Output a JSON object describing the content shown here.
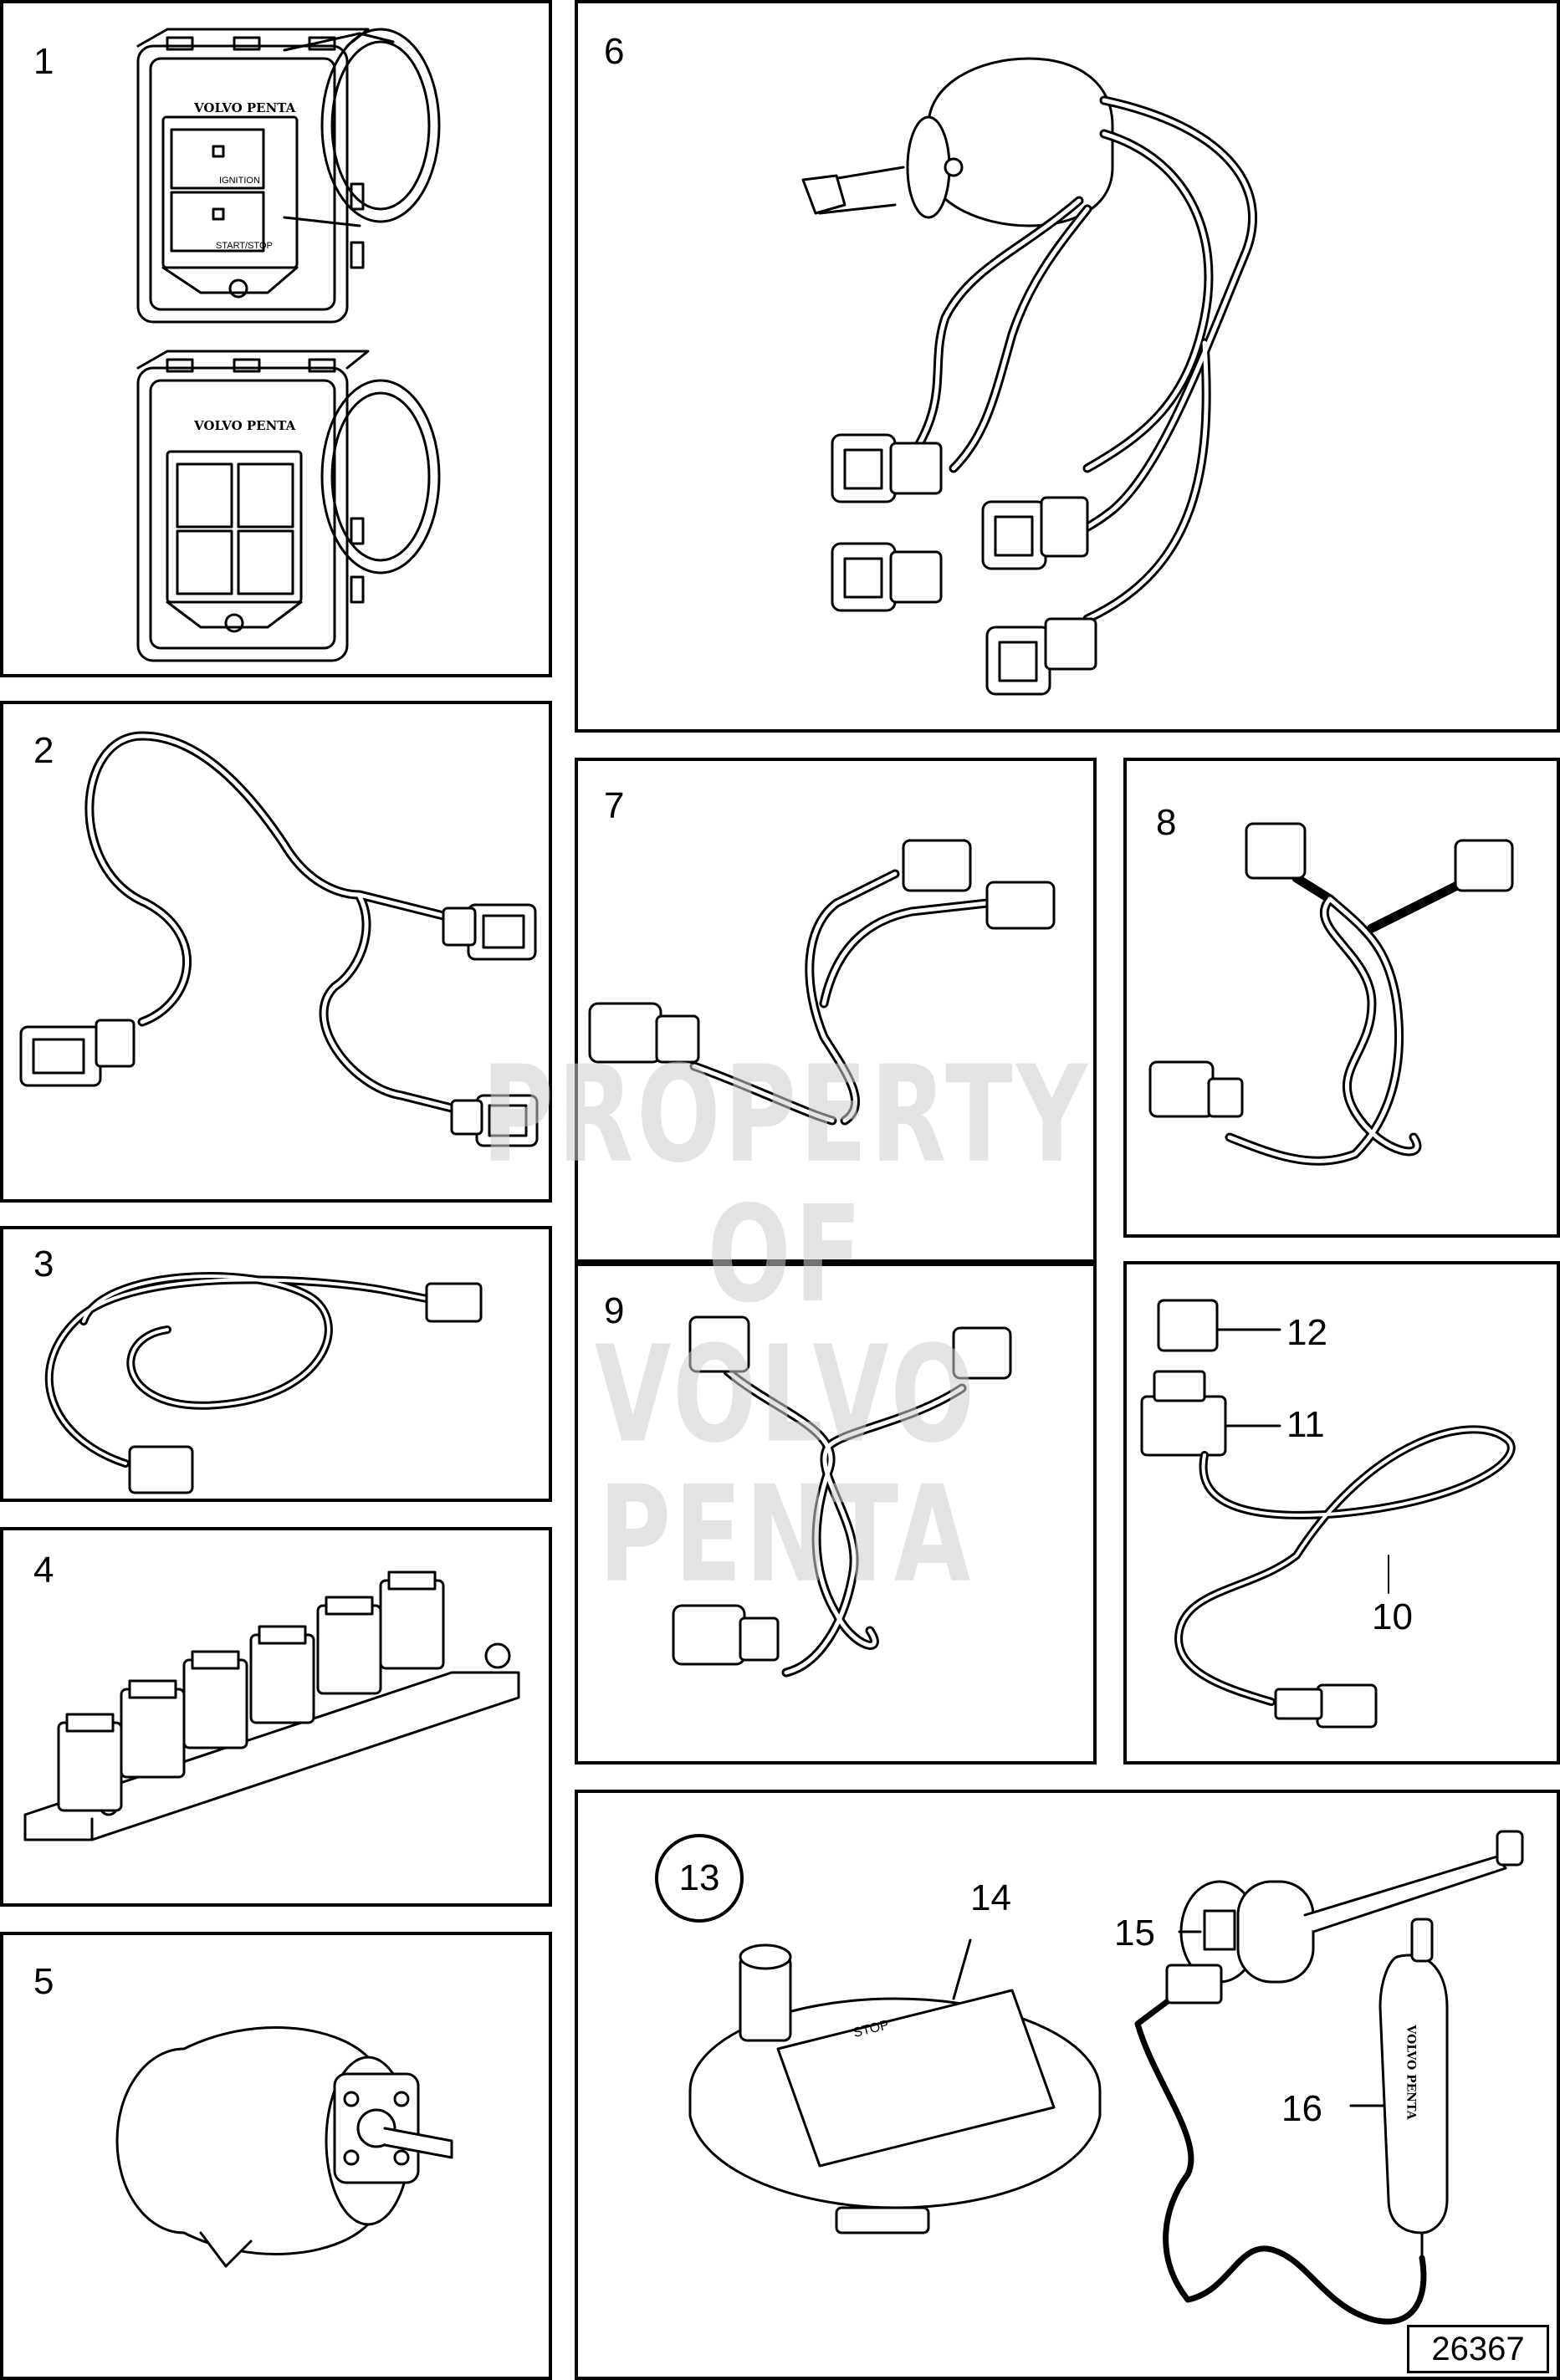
{
  "panels": [
    {
      "id": "1",
      "label": "1"
    },
    {
      "id": "2",
      "label": "2"
    },
    {
      "id": "3",
      "label": "3"
    },
    {
      "id": "4",
      "label": "4"
    },
    {
      "id": "5",
      "label": "5"
    },
    {
      "id": "6",
      "label": "6"
    },
    {
      "id": "7",
      "label": "7"
    },
    {
      "id": "8",
      "label": "8"
    },
    {
      "id": "9",
      "label": "9"
    },
    {
      "id": "10",
      "label": "10"
    }
  ],
  "callouts": {
    "c10": "10",
    "c11": "11",
    "c12": "12",
    "c13": "13",
    "c14": "14",
    "c15": "15",
    "c16": "16"
  },
  "panel1_labels": {
    "brand_top": "VOLVO PENTA",
    "ignition": "IGNITION",
    "startstop": "START/STOP",
    "brand_bottom": "VOLVO PENTA"
  },
  "tool_labels": {
    "stop_tag": "STOP",
    "tester_brand": "VOLVO PENTA"
  },
  "watermark": {
    "line1": "PROPERTY OF",
    "line2": "VOLVO PENTA"
  },
  "reference_number": "26367",
  "colors": {
    "line": "#000000",
    "watermark": "#cfcfcf",
    "background": "#ffffff"
  }
}
